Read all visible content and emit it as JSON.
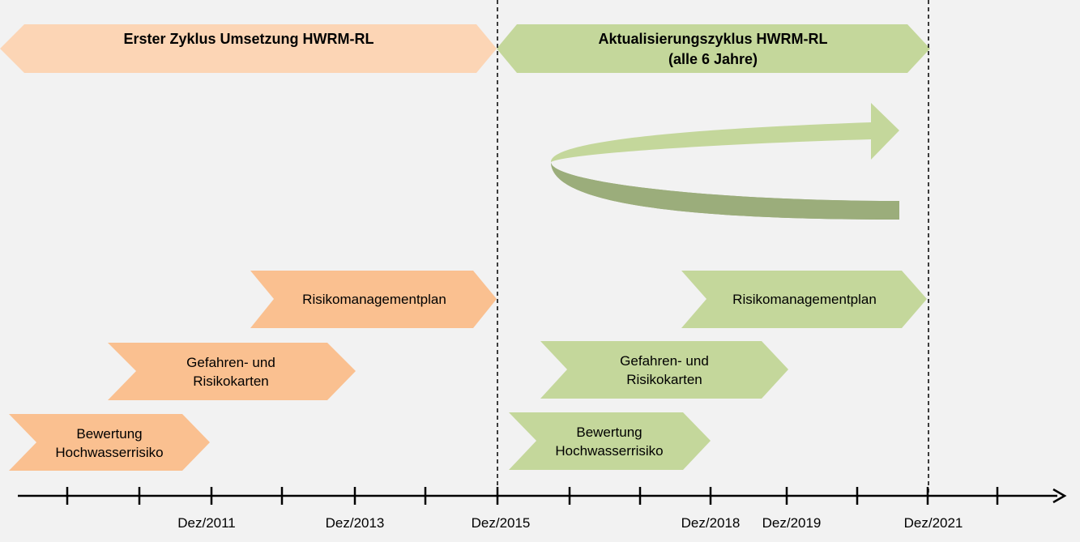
{
  "colors": {
    "background": "#f2f2f2",
    "first_cycle_header": "#fcd5b5",
    "first_cycle_steps": "#fac090",
    "update_cycle_header": "#c4d79b",
    "update_cycle_steps": "#c4d79b",
    "cycle_arrow_light": "#c4d79b",
    "cycle_arrow_dark": "#9bad7b",
    "axis": "#000000"
  },
  "headers": {
    "first_cycle": "Erster Zyklus Umsetzung HWRM-RL",
    "update_cycle_line1": "Aktualisierungszyklus HWRM-RL",
    "update_cycle_line2": "(alle 6 Jahre)"
  },
  "first_cycle": {
    "plan": "Risikomanagementplan",
    "maps_line1": "Gefahren- und",
    "maps_line2": "Risikokarten",
    "assessment_line1": "Bewertung",
    "assessment_line2": "Hochwasserrisiko"
  },
  "update_cycle": {
    "plan": "Risikomanagementplan",
    "maps_line1": "Gefahren- und",
    "maps_line2": "Risikokarten",
    "assessment_line1": "Bewertung",
    "assessment_line2": "Hochwasserrisiko"
  },
  "timeline": {
    "labels": [
      "Dez/2011",
      "Dez/2013",
      "Dez/2015",
      "Dez/2018",
      "Dez/2019",
      "Dez/2021"
    ]
  },
  "icons": {
    "cycle": "curved-loop-arrow-icon",
    "axis_end": "arrow-right-icon"
  }
}
